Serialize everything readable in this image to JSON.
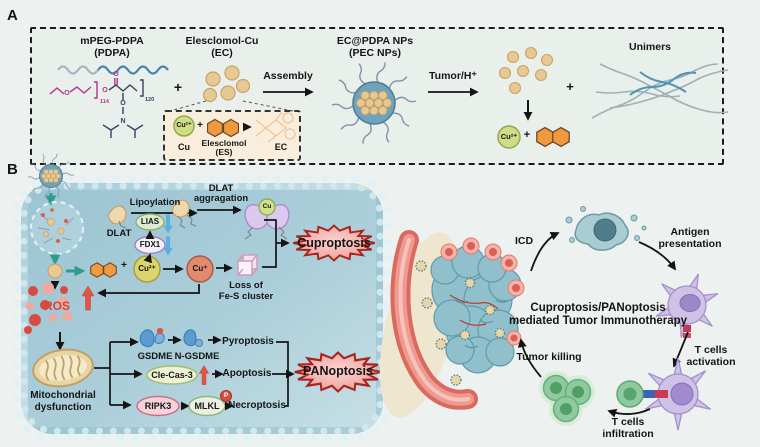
{
  "figure": {
    "panel_a_label": "A",
    "panel_b_label": "B"
  },
  "panel_a": {
    "mpeg": {
      "title": "mPEG-PDPA",
      "subtitle": "(PDPA)"
    },
    "plus": "+",
    "elesclomol_cu": {
      "title": "Elesclomol-Cu",
      "subtitle": "(EC)"
    },
    "inset": {
      "cu_ion": "Cu²⁺",
      "cu_label": "Cu",
      "plus": "+",
      "es_label": "Elesclomol",
      "es_sublabel": "(ES)",
      "ec_label": "EC"
    },
    "assembly_label": "Assembly",
    "pec": {
      "title": "EC@PDPA NPs",
      "subtitle": "(PEC NPs)"
    },
    "tumor_label": "Tumor/H⁺",
    "release": {
      "cu_ion": "Cu²⁺",
      "plus": "+"
    },
    "unimers_plus": "+",
    "unimers_label": "Unimers",
    "structure": {
      "o1": "O",
      "o2": "O",
      "o3": "O",
      "o4": "O",
      "n": "N",
      "sub_peg": "114",
      "sub_pdpa": "120"
    }
  },
  "panel_b": {
    "dlat_label": "DLAT",
    "lipoylation_label": "Lipoylation",
    "lias_label": "LIAS",
    "fdx1_label": "FDX1",
    "aggregation_title_1": "DLAT",
    "aggregation_title_2": "aggragation",
    "aggregate_cu_label": "Cu",
    "cu2_ion": "Cu²⁺",
    "cu1_ion": "Cu⁺",
    "plus": "+",
    "fes_loss_1": "Loss of",
    "fes_loss_2": "Fe-S cluster",
    "cuproptosis_label": "Cuproptosis",
    "ros_label": "ROS",
    "mito_label_1": "Mitochondrial",
    "mito_label_2": "dysfunction",
    "gsdme_label": "GSDME",
    "n_gsdme_label": "N-GSDME",
    "pyroptosis_label": "Pyroptosis",
    "cle_cas3_label": "Cle-Cas-3",
    "apoptosis_label": "Apoptosis",
    "ripk3_label": "RIPK3",
    "mlkl_label": "MLKL",
    "phospho_badge": "P",
    "necroptosis_label": "Necroptosis",
    "panoptosis_label": "PANoptosis"
  },
  "immune_cycle": {
    "icd_label": "ICD",
    "antigen_label_1": "Antigen",
    "antigen_label_2": "presentation",
    "center_label_1": "Cuproptosis/PANoptosis",
    "center_label_2": "mediated Tumor Immunotherapy",
    "t_activation_1": "T cells",
    "t_activation_2": "activation",
    "tumor_killing_label": "Tumor killing",
    "t_infiltration_1": "T cells",
    "t_infiltration_2": "infiltration"
  },
  "colors": {
    "teal_arrow": "#2f9a8e",
    "starburst_fill": "#f2a9a4",
    "starburst_border": "#a8241e",
    "ros_red": "#d5453a",
    "copper_orange": "#f09a40",
    "cu_green": "#cfdd85",
    "cu2_yellow": "#dbd56e",
    "cu1_salmon": "#e08a70",
    "cell_fill": "#a7cbd6",
    "np_shell_blue": "#6fa3bd",
    "np_core_tan": "#e7c994",
    "dendritic_purple": "#cfc2e6",
    "tcell_green": "#8fc9a0",
    "vessel_red": "#da6a60"
  }
}
